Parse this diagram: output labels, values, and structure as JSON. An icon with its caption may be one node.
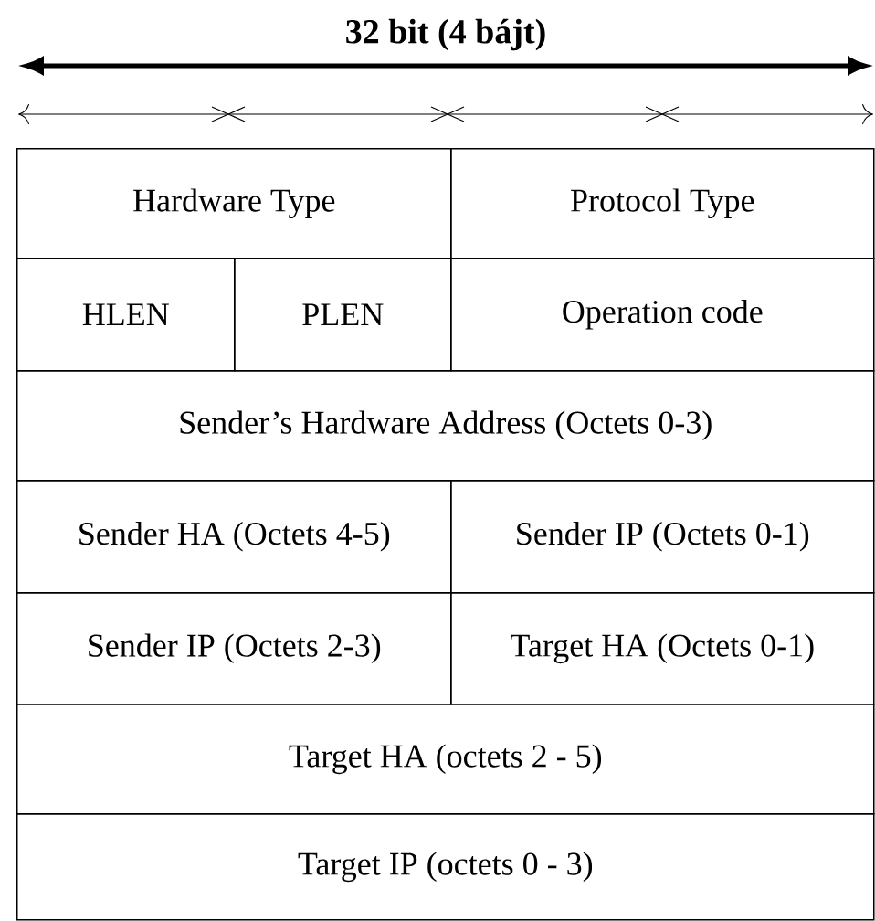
{
  "diagram": {
    "title": "32 bit (4 bájt)",
    "nodes": [
      {
        "text": [
          "Hardware Type"
        ]
      },
      {
        "text": [
          "Protocol Type"
        ]
      },
      {
        "text": [
          "HLEN"
        ]
      },
      {
        "text": [
          "PLEN"
        ]
      },
      {
        "text": [
          "Operation code"
        ]
      },
      {
        "text": [
          "Sender’s Hardware Address (Octets 0-3)"
        ]
      },
      {
        "text": [
          "Sender HA (Octets 4-5)"
        ]
      },
      {
        "text": [
          "Sender IP (Octets 0-1)"
        ]
      },
      {
        "text": [
          "Sender IP (Octets 2-3)"
        ]
      },
      {
        "text": [
          "Target HA (Octets 0-1)"
        ]
      },
      {
        "text": [
          "Target HA (octets 2 - 5)"
        ]
      },
      {
        "text": [
          "Target IP (octets 0 - 3)"
        ]
      }
    ]
  }
}
